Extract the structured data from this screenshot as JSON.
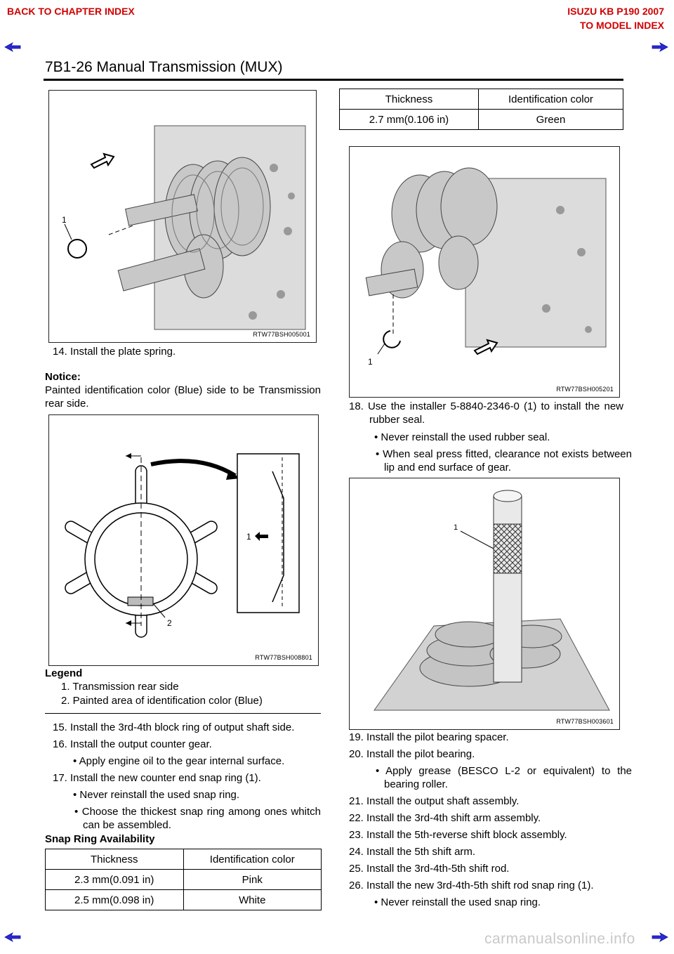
{
  "nav": {
    "back_to_chapter": "BACK TO CHAPTER INDEX",
    "model_title": "ISUZU KB P190 2007",
    "to_model_index": "TO MODEL INDEX"
  },
  "header": {
    "title": "7B1-26    Manual Transmission (MUX)"
  },
  "figures": {
    "fig1": {
      "code": "RTW77BSH005001",
      "callout": "1"
    },
    "fig2": {
      "code": "RTW77BSH008801",
      "callout1": "1",
      "callout2": "2"
    },
    "fig3": {
      "code": "RTW77BSH005201",
      "callout": "1"
    },
    "fig4": {
      "code": "RTW77BSH003601",
      "callout": "1"
    }
  },
  "left": {
    "step14": "14.  Install the plate spring.",
    "notice_label": "Notice:",
    "notice_text": "Painted identification color (Blue) side to be Transmission rear side.",
    "legend_label": "Legend",
    "legend1": "1.  Transmission rear side",
    "legend2": "2.  Painted area of identification color (Blue)",
    "step15": "15.  Install the 3rd-4th block ring of output shaft side.",
    "step16": "16.  Install the output counter gear.",
    "step16_b1": "•  Apply engine oil to the gear internal surface.",
    "step17": "17.  Install the new counter end snap ring (1).",
    "step17_b1": "•  Never reinstall the used snap ring.",
    "step17_b2": "•  Choose the thickest snap ring among ones whitch can be assembled.",
    "snap_heading": "Snap Ring Availability"
  },
  "table_left": {
    "headers": [
      "Thickness",
      "Identification color"
    ],
    "rows": [
      [
        "2.3 mm(0.091 in)",
        "Pink"
      ],
      [
        "2.5 mm(0.098 in)",
        "White"
      ]
    ]
  },
  "table_right": {
    "headers": [
      "Thickness",
      "Identification color"
    ],
    "rows": [
      [
        "2.7 mm(0.106 in)",
        "Green"
      ]
    ]
  },
  "right": {
    "step18": "18.  Use the installer 5-8840-2346-0 (1) to install the new rubber seal.",
    "step18_b1": "•  Never reinstall the used rubber seal.",
    "step18_b2": "•  When seal press fitted, clearance not exists between lip and end surface of gear.",
    "step19": "19.  Install the pilot bearing spacer.",
    "step20": "20.  Install the pilot bearing.",
    "step20_b1": "•  Apply grease (BESCO L-2 or equivalent) to the bearing roller.",
    "step21": "21.  Install the output shaft assembly.",
    "step22": "22.  Install the 3rd-4th shift arm assembly.",
    "step23": "23.  Install the 5th-reverse shift block assembly.",
    "step24": "24.  Install the 5th shift arm.",
    "step25": "25.  Install the 3rd-4th-5th shift rod.",
    "step26": "26.  Install the new 3rd-4th-5th shift rod snap ring (1).",
    "step26_b1": "•  Never reinstall the used snap ring."
  },
  "footer": {
    "watermark": "carmanualsonline.info"
  },
  "colors": {
    "nav_red": "#d00000",
    "arrow_blue": "#2a2ad0"
  }
}
